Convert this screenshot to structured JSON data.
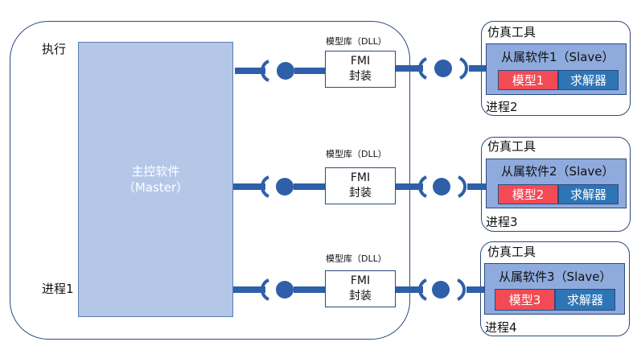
{
  "main": {
    "label_exec": "执行",
    "label_process": "进程1",
    "master_title": "主控软件",
    "master_sub": "（Master）"
  },
  "libs": [
    {
      "label": "模型库（DLL）",
      "fmi_line1": "FMI",
      "fmi_line2": "封装"
    },
    {
      "label": "模型库（DLL）",
      "fmi_line1": "FMI",
      "fmi_line2": "封装"
    },
    {
      "label": "模型库（DLL）",
      "fmi_line1": "FMI",
      "fmi_line2": "封装"
    }
  ],
  "tools": [
    {
      "title": "仿真工具",
      "slave": "从属软件1（Slave）",
      "model": "模型1",
      "solver": "求解器",
      "process": "进程2"
    },
    {
      "title": "仿真工具",
      "slave": "从属软件2（Slave）",
      "model": "模型2",
      "solver": "求解器",
      "process": "进程3"
    },
    {
      "title": "仿真工具",
      "slave": "从属软件3（Slave）",
      "model": "模型3",
      "solver": "求解器",
      "process": "进程4"
    }
  ],
  "colors": {
    "border": "#2c4a7e",
    "master_fill": "#b4c7e7",
    "slave_fill": "#8faadc",
    "model_fill": "#f24b55",
    "solver_fill": "#2e75b6",
    "connector": "#2e5fa8"
  }
}
